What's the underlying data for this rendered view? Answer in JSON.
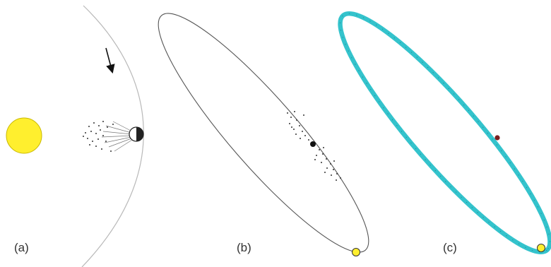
{
  "panels": [
    {
      "id": "a",
      "label": "(a)"
    },
    {
      "id": "b",
      "label": "(b)"
    },
    {
      "id": "c",
      "label": "(c)"
    }
  ],
  "colors": {
    "sun_fill": "#ffef2e",
    "sun_stroke": "#c9b800",
    "orbit_line": "#555555",
    "orbit_light": "#b8b8b8",
    "stream_band": "#34c3cc",
    "comet_dark": "#222222",
    "comet_core_c": "#7a1f1f",
    "debris": "#333333"
  },
  "icons": {
    "sun": "sun-icon",
    "comet": "comet-nucleus-icon",
    "direction": "arrow-down-icon"
  }
}
